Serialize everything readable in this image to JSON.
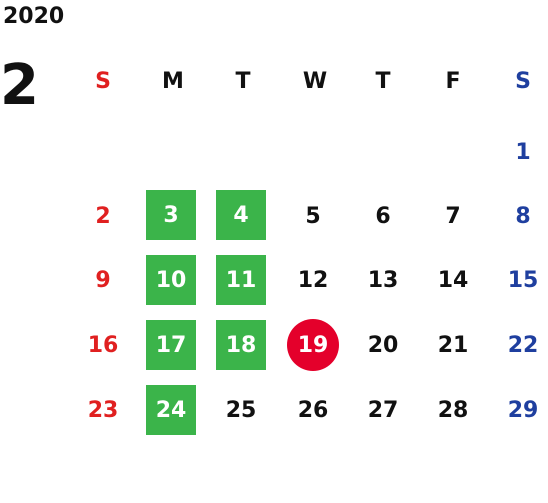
{
  "year": "2020",
  "month": "2",
  "weekdays": [
    "S",
    "M",
    "T",
    "W",
    "T",
    "F",
    "S"
  ],
  "weeks": [
    [
      "",
      "",
      "",
      "",
      "",
      "",
      "1"
    ],
    [
      "2",
      "3",
      "4",
      "5",
      "6",
      "7",
      "8"
    ],
    [
      "9",
      "10",
      "11",
      "12",
      "13",
      "14",
      "15"
    ],
    [
      "16",
      "17",
      "18",
      "19",
      "20",
      "21",
      "22"
    ],
    [
      "23",
      "24",
      "25",
      "26",
      "27",
      "28",
      "29"
    ]
  ],
  "highlighted_days": [
    "3",
    "4",
    "10",
    "11",
    "17",
    "18",
    "24"
  ],
  "today": "19",
  "colors": {
    "sunday": "#e02020",
    "saturday": "#1f3f9f",
    "highlight": "#3bb44a",
    "today": "#e4002b",
    "text": "#111111"
  }
}
